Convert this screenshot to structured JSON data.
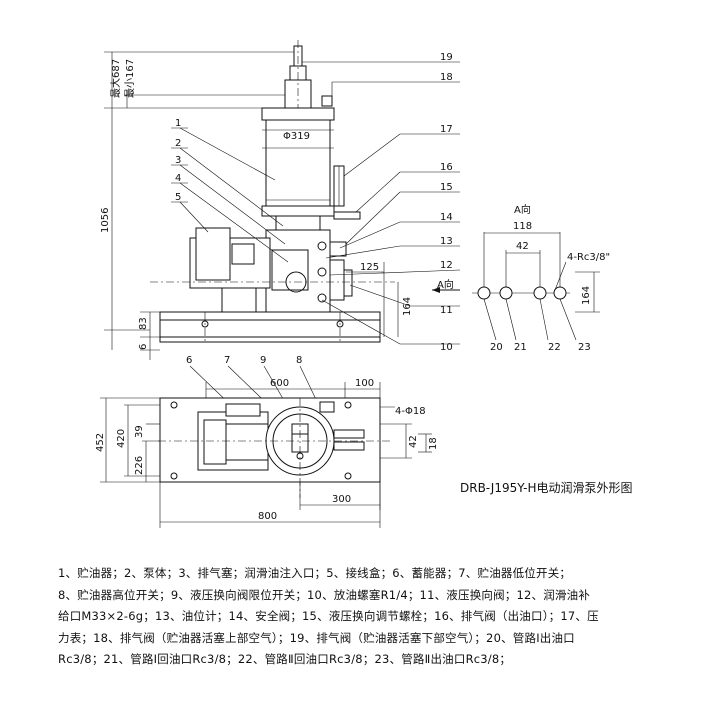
{
  "caption": "DRB-J195Y-H电动润滑泵外形图",
  "legend_lines": [
    "1、贮油器；2、泵体；3、排气塞；润滑油注入口；5、接线盒；6、蓄能器；7、贮油器低位开关；",
    "8、贮油器高位开关；9、液压换向阀限位开关；10、放油螺塞R1/4；11、液压换向阀；12、润滑油补",
    "给口M33×2-6g；13、油位计；14、安全阀；15、液压换向调节螺栓；16、排气阀（出油口）；17、压",
    "力表；18、排气阀（贮油器活塞上部空气）；19、排气阀（贮油器活塞下部空气）；20、管路Ⅰ出油口",
    "Rc3/8；21、管路Ⅰ回油口Rc3/8；22、管路Ⅱ回油口Rc3/8；23、管路Ⅱ出油口Rc3/8；"
  ],
  "front_view": {
    "dim_max": "最大687",
    "dim_min": "最小167",
    "dim_height": "1056",
    "dim_base": "83",
    "dim_6": "6",
    "dim_diameter": "Φ319",
    "dim_125": "125",
    "dim_164": "164",
    "label_a_dir": "A向",
    "callouts_left": [
      "1",
      "2",
      "3",
      "4",
      "5"
    ],
    "callouts_right": [
      "19",
      "18",
      "17",
      "16",
      "15",
      "14",
      "13",
      "12",
      "11",
      "10"
    ]
  },
  "side_view": {
    "title": "A向",
    "dim_118": "118",
    "dim_42": "42",
    "port_label": "4-Rc3/8\"",
    "dim_164": "164",
    "callouts": [
      "20",
      "21",
      "22",
      "23"
    ]
  },
  "top_view": {
    "callouts": [
      "6",
      "7",
      "9",
      "8"
    ],
    "dim_600": "600",
    "dim_100": "100",
    "dim_holes": "4-Φ18",
    "dim_452": "452",
    "dim_420": "420",
    "dim_226": "226",
    "dim_39": "39",
    "dim_42": "42",
    "dim_18": "18",
    "dim_300": "300",
    "dim_800": "800"
  }
}
